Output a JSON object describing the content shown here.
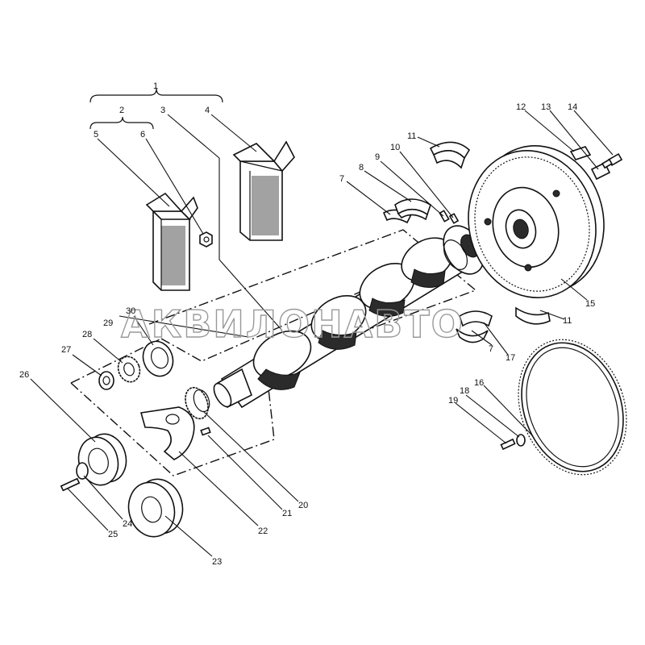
{
  "watermark": "АКВИЛОНАВТО",
  "callouts": {
    "p1": "1",
    "p2": "2",
    "p3": "3",
    "p4": "4",
    "p5": "5",
    "p6": "6",
    "p7a": "7",
    "p7b": "7",
    "p8": "8",
    "p9": "9",
    "p10": "10",
    "p11a": "11",
    "p11b": "11",
    "p12": "12",
    "p13": "13",
    "p14": "14",
    "p15": "15",
    "p16": "16",
    "p17": "17",
    "p18": "18",
    "p19": "19",
    "p20": "20",
    "p21": "21",
    "p22": "22",
    "p23": "23",
    "p24": "24",
    "p25": "25",
    "p26": "26",
    "p27": "27",
    "p28": "28",
    "p29": "29",
    "p30": "30"
  }
}
